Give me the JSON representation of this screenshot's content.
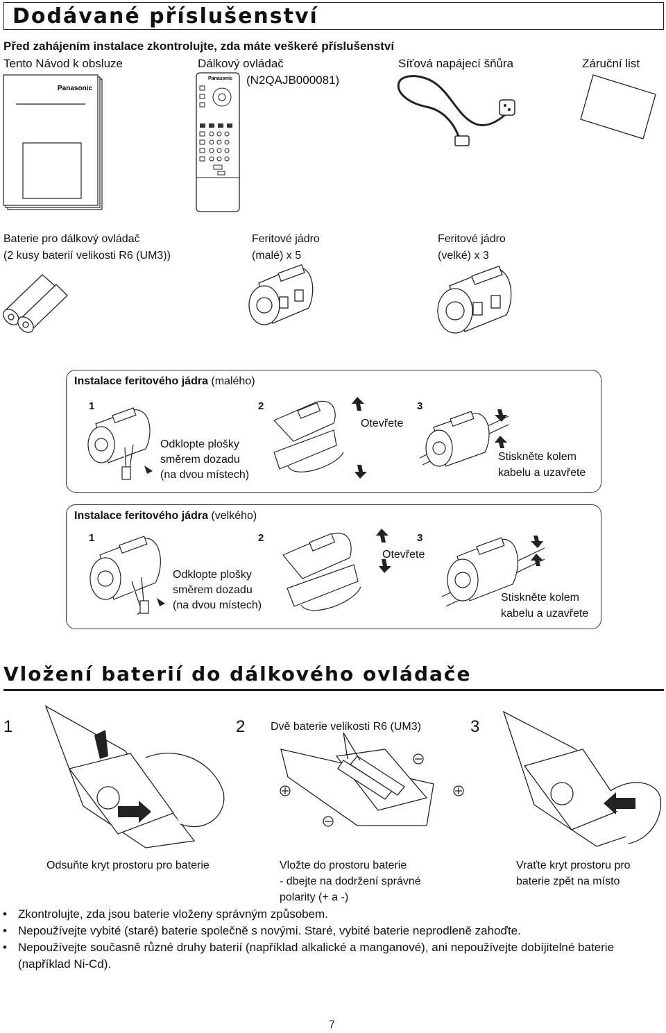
{
  "title": "Dodávané příslušenství",
  "intro": "Před zahájením instalace zkontrolujte, zda máte veškeré příslušenství",
  "accessories": {
    "manual": "Tento Návod k obsluze",
    "manual_brand": "Panasonic",
    "remote": "Dálkový ovládač",
    "remote_code": "(N2QAJB000081)",
    "remote_brand": "Panasonic",
    "cord": "Síťová napájecí šňůra",
    "warranty": "Záruční list",
    "batteries_l1": "Baterie pro dálkový ovládač",
    "batteries_l2": "(2 kusy baterií velikosti R6 (UM3))",
    "core_small_l1": "Feritové jádro",
    "core_small_l2": "(malé) x 5",
    "core_large_l1": "Feritové jádro",
    "core_large_l2": "(velké) x 3"
  },
  "install_small": {
    "title_bold": "Instalace feritového jádra",
    "title_rest": " (malého)",
    "step1": "1",
    "step2": "2",
    "step3": "3",
    "fold_l1": "Odklopte plošky",
    "fold_l2": "směrem dozadu",
    "fold_l3": "(na dvou místech)",
    "open": "Otevřete",
    "press_l1": "Stiskněte kolem",
    "press_l2": "kabelu a uzavřete"
  },
  "install_large": {
    "title_bold": "Instalace feritového jádra",
    "title_rest": " (velkého)",
    "step1": "1",
    "step2": "2",
    "step3": "3",
    "fold_l1": "Odklopte plošky",
    "fold_l2": "směrem dozadu",
    "fold_l3": "(na dvou místech)",
    "open": "Otevřete",
    "press_l1": "Stiskněte kolem",
    "press_l2": "kabelu a uzavřete"
  },
  "battery_section": {
    "title": "Vložení baterií do dálkového ovládače",
    "step1": "1",
    "step2": "2",
    "step3": "3",
    "two_batteries": "Dvě baterie velikosti R6 (UM3)",
    "cap1": "Odsuňte kryt prostoru pro baterie",
    "cap2_l1": "Vložte do prostoru baterie",
    "cap2_l2": "- dbejte na dodržení správné",
    "cap2_l3": "polarity (+ a -)",
    "cap3_l1": "Vraťte kryt prostoru pro",
    "cap3_l2": "baterie zpět na místo"
  },
  "bullets": [
    "Zkontrolujte, zda jsou baterie vloženy správným způsobem.",
    "Nepoužívejte vybité (staré) baterie společně s novými. Staré, vybité baterie neprodleně zahoďte.",
    "Nepoužívejte současně různé druhy baterií (například alkalické a manganové), ani nepoužívejte dobíjitelné baterie (například Ni-Cd)."
  ],
  "page_number": "7"
}
